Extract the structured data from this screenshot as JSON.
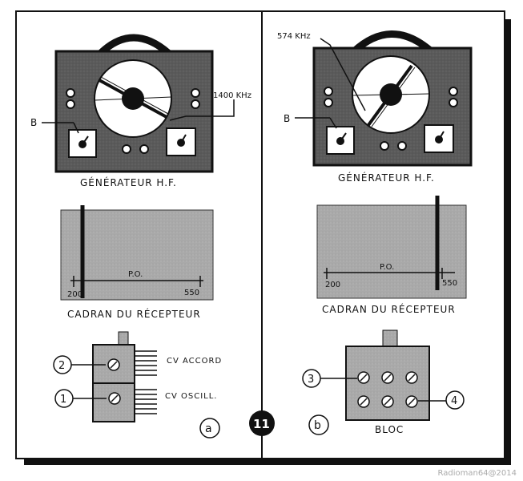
{
  "panel_a": {
    "generator": {
      "title": "GÉNÉRATEUR   H.F.",
      "freq_label": "1400 KHz",
      "b_label": "B"
    },
    "receiver_dial": {
      "band_label": "P.O.",
      "scale_min": "200",
      "scale_max": "550",
      "title": "CADRAN DU RÉCEPTEUR"
    },
    "bloc": {
      "cv_accord": "CV ACCORD",
      "cv_oscill": "CV  OSCILL.",
      "marker_2": "2",
      "marker_1": "1"
    },
    "panel_letter": "a"
  },
  "panel_b": {
    "generator": {
      "title": "GÉNÉRATEUR   H.F.",
      "freq_label": "574 KHz",
      "b_label": "B"
    },
    "receiver_dial": {
      "band_label": "P.O.",
      "scale_min": "200",
      "scale_max": "550",
      "title": "CADRAN DU RÉCEPTEUR"
    },
    "bloc": {
      "title": "BLOC",
      "marker_3": "3",
      "marker_4": "4"
    },
    "panel_letter": "b"
  },
  "figure_number": "11",
  "watermark": "Radioman64@2014"
}
